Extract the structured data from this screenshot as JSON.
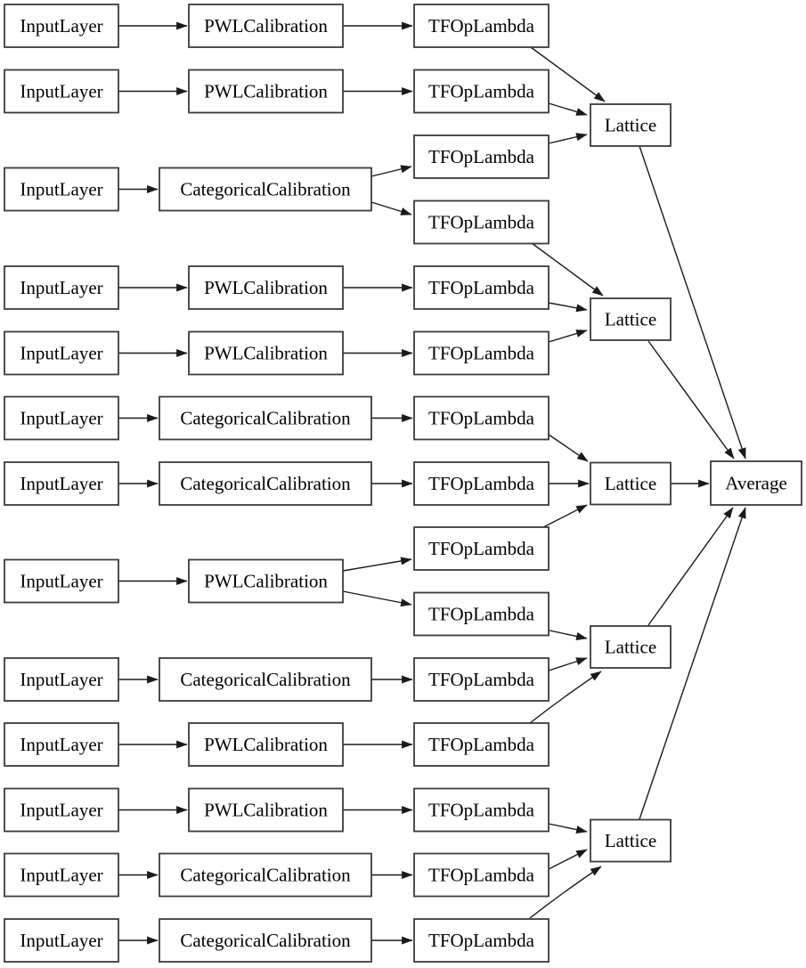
{
  "diagram": {
    "kind": "keras-model-graph",
    "colors": {
      "background": "#ffffff",
      "node_fill": "#ffffff",
      "node_border": "#3b3b3b",
      "edge": "#1a1a1a",
      "text": "#000000"
    },
    "nodes": [
      {
        "id": "in1",
        "type": "input-layer",
        "label": "InputLayer"
      },
      {
        "id": "in2",
        "type": "input-layer",
        "label": "InputLayer"
      },
      {
        "id": "in3",
        "type": "input-layer",
        "label": "InputLayer"
      },
      {
        "id": "in4",
        "type": "input-layer",
        "label": "InputLayer"
      },
      {
        "id": "in5",
        "type": "input-layer",
        "label": "InputLayer"
      },
      {
        "id": "in6",
        "type": "input-layer",
        "label": "InputLayer"
      },
      {
        "id": "in7",
        "type": "input-layer",
        "label": "InputLayer"
      },
      {
        "id": "in8",
        "type": "input-layer",
        "label": "InputLayer"
      },
      {
        "id": "in9",
        "type": "input-layer",
        "label": "InputLayer"
      },
      {
        "id": "in10",
        "type": "input-layer",
        "label": "InputLayer"
      },
      {
        "id": "in11",
        "type": "input-layer",
        "label": "InputLayer"
      },
      {
        "id": "in12",
        "type": "input-layer",
        "label": "InputLayer"
      },
      {
        "id": "in13",
        "type": "input-layer",
        "label": "InputLayer"
      },
      {
        "id": "cal1",
        "type": "pwl-calibration",
        "label": "PWLCalibration"
      },
      {
        "id": "cal2",
        "type": "pwl-calibration",
        "label": "PWLCalibration"
      },
      {
        "id": "cal3",
        "type": "categorical-calibration",
        "label": "CategoricalCalibration"
      },
      {
        "id": "cal4",
        "type": "pwl-calibration",
        "label": "PWLCalibration"
      },
      {
        "id": "cal5",
        "type": "pwl-calibration",
        "label": "PWLCalibration"
      },
      {
        "id": "cal6",
        "type": "categorical-calibration",
        "label": "CategoricalCalibration"
      },
      {
        "id": "cal7",
        "type": "categorical-calibration",
        "label": "CategoricalCalibration"
      },
      {
        "id": "cal8",
        "type": "pwl-calibration",
        "label": "PWLCalibration"
      },
      {
        "id": "cal9",
        "type": "categorical-calibration",
        "label": "CategoricalCalibration"
      },
      {
        "id": "cal10",
        "type": "pwl-calibration",
        "label": "PWLCalibration"
      },
      {
        "id": "cal11",
        "type": "pwl-calibration",
        "label": "PWLCalibration"
      },
      {
        "id": "cal12",
        "type": "categorical-calibration",
        "label": "CategoricalCalibration"
      },
      {
        "id": "cal13",
        "type": "categorical-calibration",
        "label": "CategoricalCalibration"
      },
      {
        "id": "op1",
        "type": "tf-op-lambda",
        "label": "TFOpLambda"
      },
      {
        "id": "op2",
        "type": "tf-op-lambda",
        "label": "TFOpLambda"
      },
      {
        "id": "op3",
        "type": "tf-op-lambda",
        "label": "TFOpLambda"
      },
      {
        "id": "op4",
        "type": "tf-op-lambda",
        "label": "TFOpLambda"
      },
      {
        "id": "op5",
        "type": "tf-op-lambda",
        "label": "TFOpLambda"
      },
      {
        "id": "op6",
        "type": "tf-op-lambda",
        "label": "TFOpLambda"
      },
      {
        "id": "op7",
        "type": "tf-op-lambda",
        "label": "TFOpLambda"
      },
      {
        "id": "op8",
        "type": "tf-op-lambda",
        "label": "TFOpLambda"
      },
      {
        "id": "op9",
        "type": "tf-op-lambda",
        "label": "TFOpLambda"
      },
      {
        "id": "op10",
        "type": "tf-op-lambda",
        "label": "TFOpLambda"
      },
      {
        "id": "op11",
        "type": "tf-op-lambda",
        "label": "TFOpLambda"
      },
      {
        "id": "op12",
        "type": "tf-op-lambda",
        "label": "TFOpLambda"
      },
      {
        "id": "op13",
        "type": "tf-op-lambda",
        "label": "TFOpLambda"
      },
      {
        "id": "op14",
        "type": "tf-op-lambda",
        "label": "TFOpLambda"
      },
      {
        "id": "op15",
        "type": "tf-op-lambda",
        "label": "TFOpLambda"
      },
      {
        "id": "lat1",
        "type": "lattice",
        "label": "Lattice"
      },
      {
        "id": "lat2",
        "type": "lattice",
        "label": "Lattice"
      },
      {
        "id": "lat3",
        "type": "lattice",
        "label": "Lattice"
      },
      {
        "id": "lat4",
        "type": "lattice",
        "label": "Lattice"
      },
      {
        "id": "lat5",
        "type": "lattice",
        "label": "Lattice"
      },
      {
        "id": "avg",
        "type": "average",
        "label": "Average"
      }
    ],
    "edges": [
      {
        "from": "in1",
        "to": "cal1"
      },
      {
        "from": "in2",
        "to": "cal2"
      },
      {
        "from": "in3",
        "to": "cal3"
      },
      {
        "from": "in4",
        "to": "cal4"
      },
      {
        "from": "in5",
        "to": "cal5"
      },
      {
        "from": "in6",
        "to": "cal6"
      },
      {
        "from": "in7",
        "to": "cal7"
      },
      {
        "from": "in8",
        "to": "cal8"
      },
      {
        "from": "in9",
        "to": "cal9"
      },
      {
        "from": "in10",
        "to": "cal10"
      },
      {
        "from": "in11",
        "to": "cal11"
      },
      {
        "from": "in12",
        "to": "cal12"
      },
      {
        "from": "in13",
        "to": "cal13"
      },
      {
        "from": "cal1",
        "to": "op1"
      },
      {
        "from": "cal2",
        "to": "op2"
      },
      {
        "from": "cal3",
        "to": "op3"
      },
      {
        "from": "cal3",
        "to": "op4"
      },
      {
        "from": "cal4",
        "to": "op5"
      },
      {
        "from": "cal5",
        "to": "op6"
      },
      {
        "from": "cal6",
        "to": "op7"
      },
      {
        "from": "cal7",
        "to": "op8"
      },
      {
        "from": "cal8",
        "to": "op9"
      },
      {
        "from": "cal8",
        "to": "op10"
      },
      {
        "from": "cal9",
        "to": "op11"
      },
      {
        "from": "cal10",
        "to": "op12"
      },
      {
        "from": "cal11",
        "to": "op13"
      },
      {
        "from": "cal12",
        "to": "op14"
      },
      {
        "from": "cal13",
        "to": "op15"
      },
      {
        "from": "op1",
        "to": "lat1"
      },
      {
        "from": "op2",
        "to": "lat1"
      },
      {
        "from": "op3",
        "to": "lat1"
      },
      {
        "from": "op4",
        "to": "lat2"
      },
      {
        "from": "op5",
        "to": "lat2"
      },
      {
        "from": "op6",
        "to": "lat2"
      },
      {
        "from": "op7",
        "to": "lat3"
      },
      {
        "from": "op8",
        "to": "lat3"
      },
      {
        "from": "op9",
        "to": "lat3"
      },
      {
        "from": "op10",
        "to": "lat4"
      },
      {
        "from": "op11",
        "to": "lat4"
      },
      {
        "from": "op12",
        "to": "lat4"
      },
      {
        "from": "op13",
        "to": "lat5"
      },
      {
        "from": "op14",
        "to": "lat5"
      },
      {
        "from": "op15",
        "to": "lat5"
      },
      {
        "from": "lat1",
        "to": "avg"
      },
      {
        "from": "lat2",
        "to": "avg"
      },
      {
        "from": "lat3",
        "to": "avg"
      },
      {
        "from": "lat4",
        "to": "avg"
      },
      {
        "from": "lat5",
        "to": "avg"
      }
    ]
  }
}
